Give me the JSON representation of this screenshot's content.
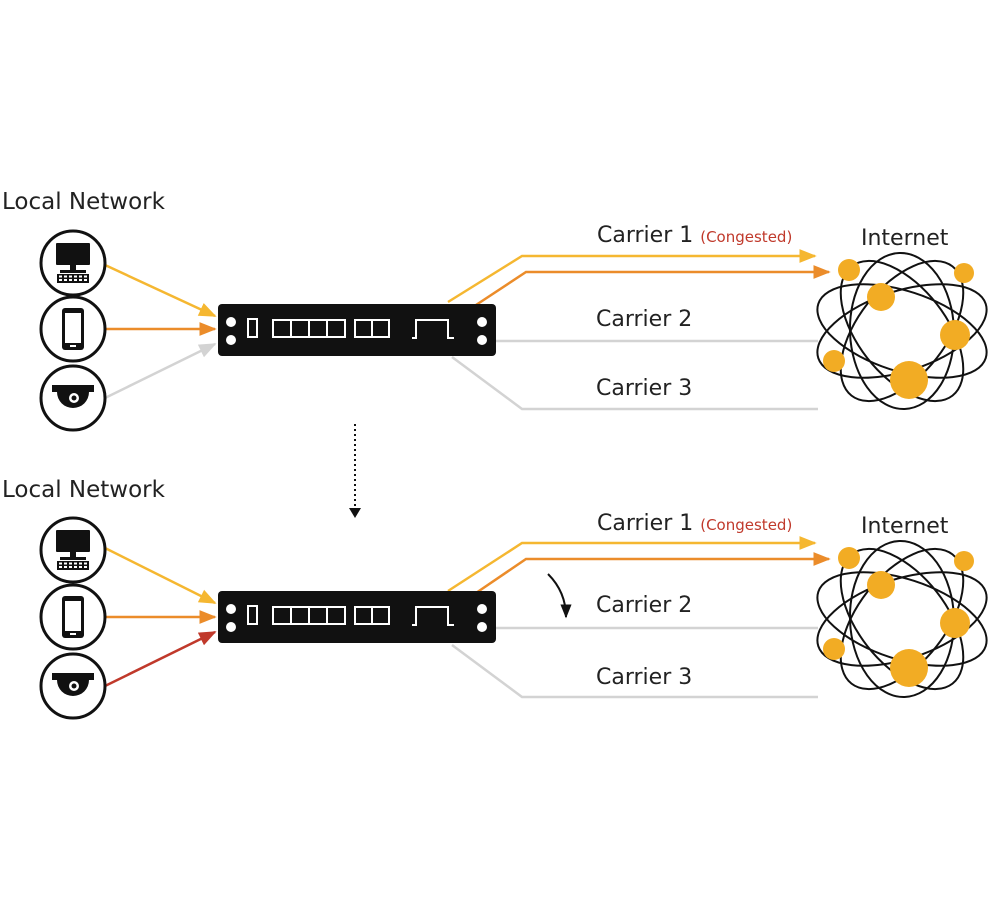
{
  "colors": {
    "yellow": "#F5B731",
    "orange": "#EB8C2A",
    "red": "#C0392B",
    "gray": "#D3D3D3",
    "node": "#F2AC24",
    "dark": "#111111",
    "congested_text": "#C0392B"
  },
  "top_panel": {
    "local_network_label": "Local Network",
    "internet_label": "Internet",
    "carriers": [
      {
        "label": "Carrier 1",
        "note": "(Congested)"
      },
      {
        "label": "Carrier 2",
        "note": ""
      },
      {
        "label": "Carrier 3",
        "note": ""
      }
    ],
    "devices": [
      {
        "icon": "desktop-computer-icon",
        "link_color": "yellow"
      },
      {
        "icon": "smartphone-icon",
        "link_color": "orange"
      },
      {
        "icon": "security-camera-icon",
        "link_color": "gray"
      }
    ]
  },
  "bottom_panel": {
    "local_network_label": "Local Network",
    "internet_label": "Internet",
    "carriers": [
      {
        "label": "Carrier 1",
        "note": "(Congested)"
      },
      {
        "label": "Carrier 2",
        "note": ""
      },
      {
        "label": "Carrier 3",
        "note": ""
      }
    ],
    "devices": [
      {
        "icon": "desktop-computer-icon",
        "link_color": "yellow"
      },
      {
        "icon": "smartphone-icon",
        "link_color": "orange"
      },
      {
        "icon": "security-camera-icon",
        "link_color": "red"
      }
    ]
  }
}
